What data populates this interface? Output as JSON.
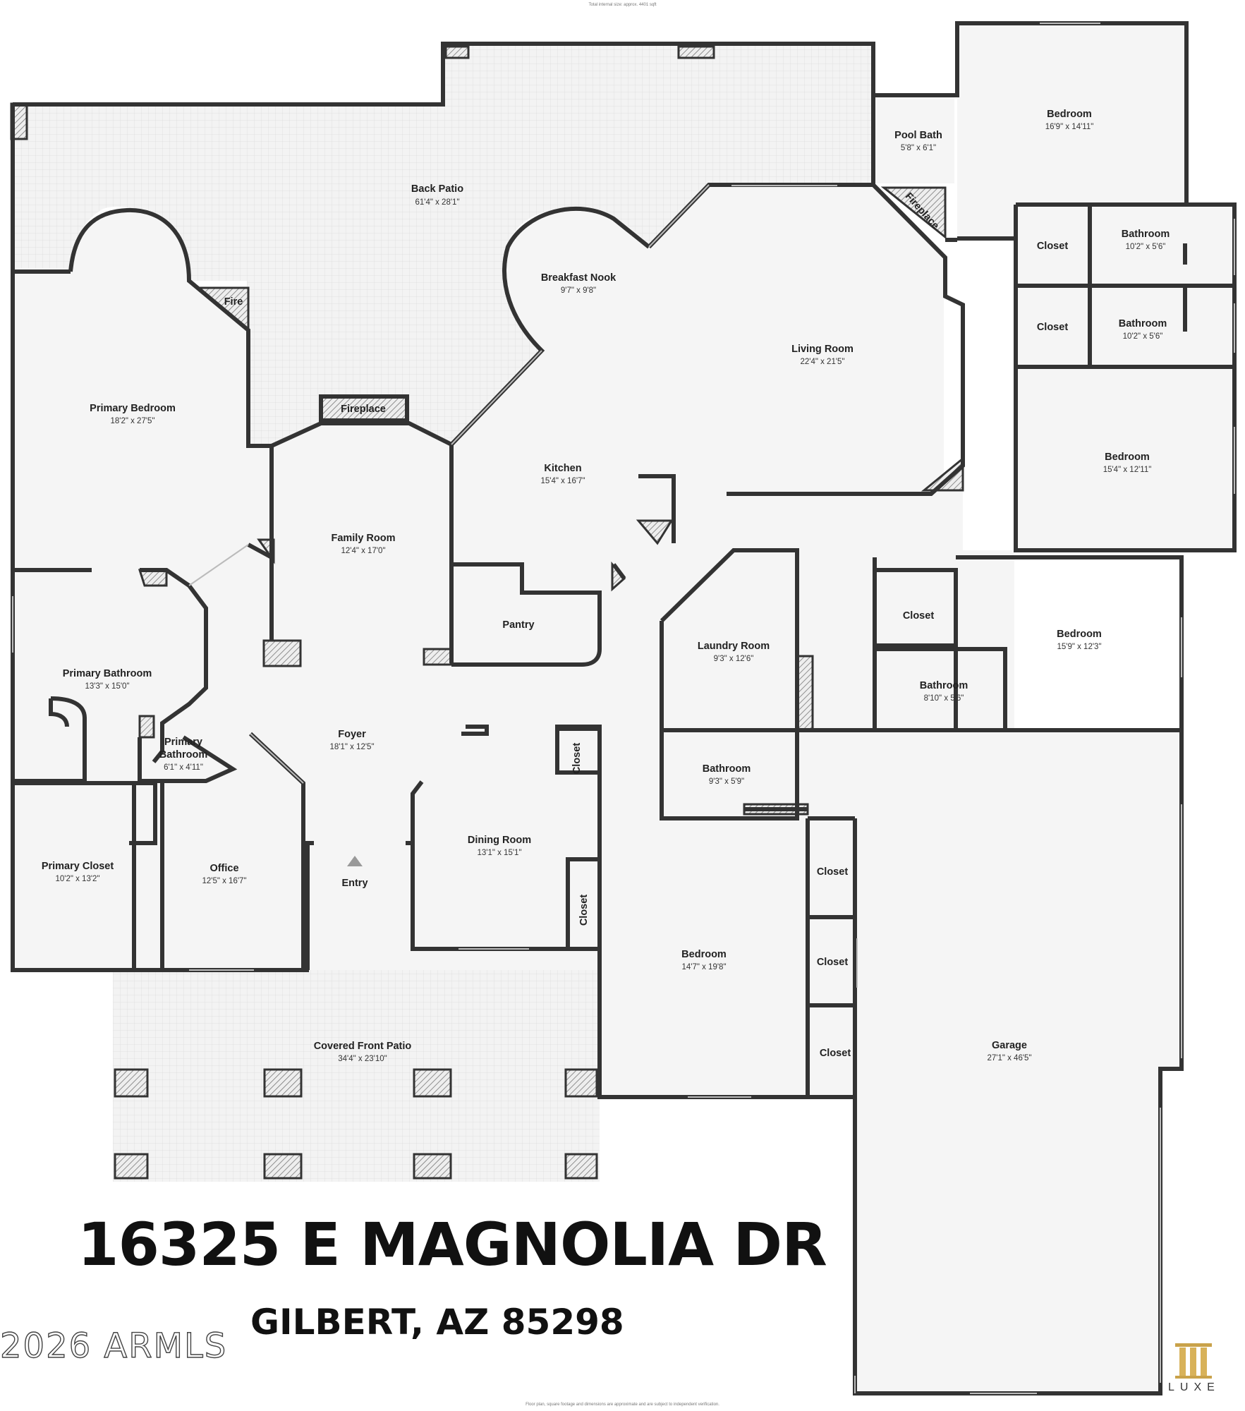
{
  "header_note": "Total internal size: approx. 4401 sqft",
  "footer_note": "Floor plan, square footage and dimensions are approximate and are subject to independent verification.",
  "address": {
    "street": "16325 E MAGNOLIA DR",
    "city_line": "GILBERT, AZ 85298"
  },
  "copyright": "2026 ARMLS",
  "brand": "LUXE",
  "rooms": [
    {
      "key": "back-patio",
      "name": "Back Patio",
      "dim": "61'4\" x 28'1\""
    },
    {
      "key": "pool-bath",
      "name": "Pool Bath",
      "dim": "5'8\" x 6'1\""
    },
    {
      "key": "bedroom-ne",
      "name": "Bedroom",
      "dim": "16'9\" x 14'11\""
    },
    {
      "key": "closet-e1",
      "name": "Closet",
      "dim": ""
    },
    {
      "key": "bathroom-e1",
      "name": "Bathroom",
      "dim": "10'2\" x 5'6\""
    },
    {
      "key": "closet-e2",
      "name": "Closet",
      "dim": ""
    },
    {
      "key": "bathroom-e2",
      "name": "Bathroom",
      "dim": "10'2\" x 5'6\""
    },
    {
      "key": "bedroom-e",
      "name": "Bedroom",
      "dim": "15'4\" x 12'11\""
    },
    {
      "key": "breakfast-nook",
      "name": "Breakfast Nook",
      "dim": "9'7\" x 9'8\""
    },
    {
      "key": "living-room",
      "name": "Living Room",
      "dim": "22'4\" x 21'5\""
    },
    {
      "key": "primary-bedroom",
      "name": "Primary Bedroom",
      "dim": "18'2\" x 27'5\""
    },
    {
      "key": "kitchen",
      "name": "Kitchen",
      "dim": "15'4\" x 16'7\""
    },
    {
      "key": "family-room",
      "name": "Family Room",
      "dim": "12'4\" x 17'0\""
    },
    {
      "key": "pantry",
      "name": "Pantry",
      "dim": ""
    },
    {
      "key": "laundry-room",
      "name": "Laundry Room",
      "dim": "9'3\" x 12'6\""
    },
    {
      "key": "closet-mid",
      "name": "Closet",
      "dim": ""
    },
    {
      "key": "bedroom-se",
      "name": "Bedroom",
      "dim": "15'9\" x 12'3\""
    },
    {
      "key": "bathroom-se",
      "name": "Bathroom",
      "dim": "8'10\" x 5'6\""
    },
    {
      "key": "primary-bathroom",
      "name": "Primary Bathroom",
      "dim": "13'3\" x 15'0\""
    },
    {
      "key": "foyer",
      "name": "Foyer",
      "dim": "18'1\" x 12'5\""
    },
    {
      "key": "bathroom-hall",
      "name": "Bathroom",
      "dim": "9'3\" x 5'9\""
    },
    {
      "key": "primary-closet",
      "name": "Primary Closet",
      "dim": "10'2\" x 13'2\""
    },
    {
      "key": "office",
      "name": "Office",
      "dim": "12'5\" x 16'7\""
    },
    {
      "key": "dining-room",
      "name": "Dining Room",
      "dim": "13'1\" x 15'1\""
    },
    {
      "key": "bedroom-s",
      "name": "Bedroom",
      "dim": "14'7\" x 19'8\""
    },
    {
      "key": "closet-g1",
      "name": "Closet",
      "dim": ""
    },
    {
      "key": "closet-g2",
      "name": "Closet",
      "dim": ""
    },
    {
      "key": "closet-g3",
      "name": "Closet",
      "dim": ""
    },
    {
      "key": "garage",
      "name": "Garage",
      "dim": "27'1\" x 46'5\""
    },
    {
      "key": "covered-front-patio",
      "name": "Covered Front Patio",
      "dim": "34'4\" x 23'10\""
    }
  ],
  "labels": {
    "primary_bath_small_1": "Primary",
    "primary_bath_small_2": "Bathroom",
    "primary_bath_small_dim": "6'1\" x 4'11\"",
    "entry": "Entry",
    "fire": "Fire",
    "fireplace_family": "Fireplace",
    "fireplace_living": "Fireplace",
    "closet_foyer": "Closet",
    "closet_dining": "Closet"
  }
}
